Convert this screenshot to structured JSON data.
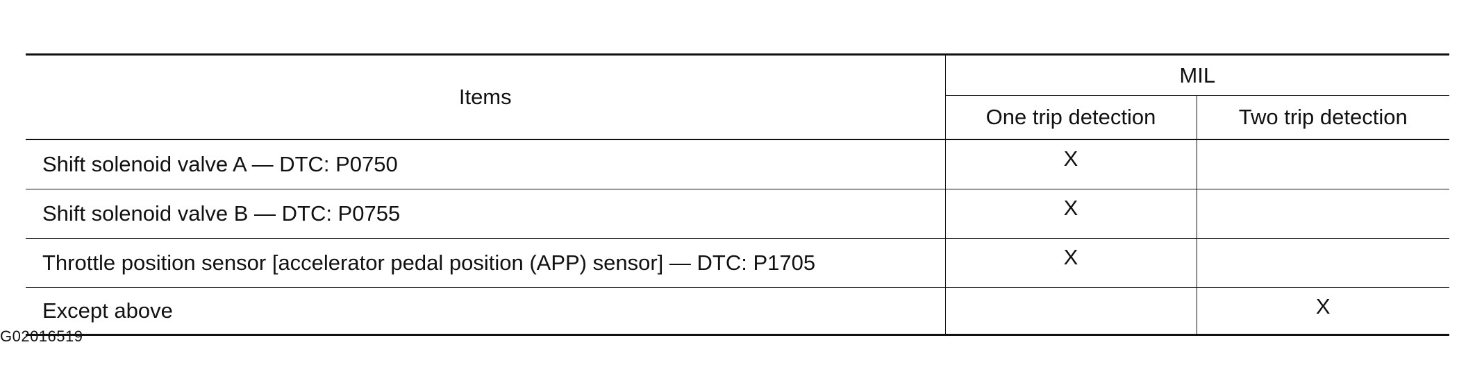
{
  "table": {
    "header": {
      "items": "Items",
      "mil": "MIL",
      "one_trip": "One trip detection",
      "two_trip": "Two trip detection"
    },
    "rows": [
      {
        "item": "Shift solenoid valve A — DTC: P0750",
        "one_trip": "X",
        "two_trip": ""
      },
      {
        "item": "Shift solenoid valve B — DTC: P0755",
        "one_trip": "X",
        "two_trip": ""
      },
      {
        "item": "Throttle position sensor [accelerator pedal position (APP) sensor] — DTC: P1705",
        "one_trip": "X",
        "two_trip": ""
      },
      {
        "item": "Except above",
        "one_trip": "",
        "two_trip": "X"
      }
    ]
  },
  "figure_code": "G02016519"
}
